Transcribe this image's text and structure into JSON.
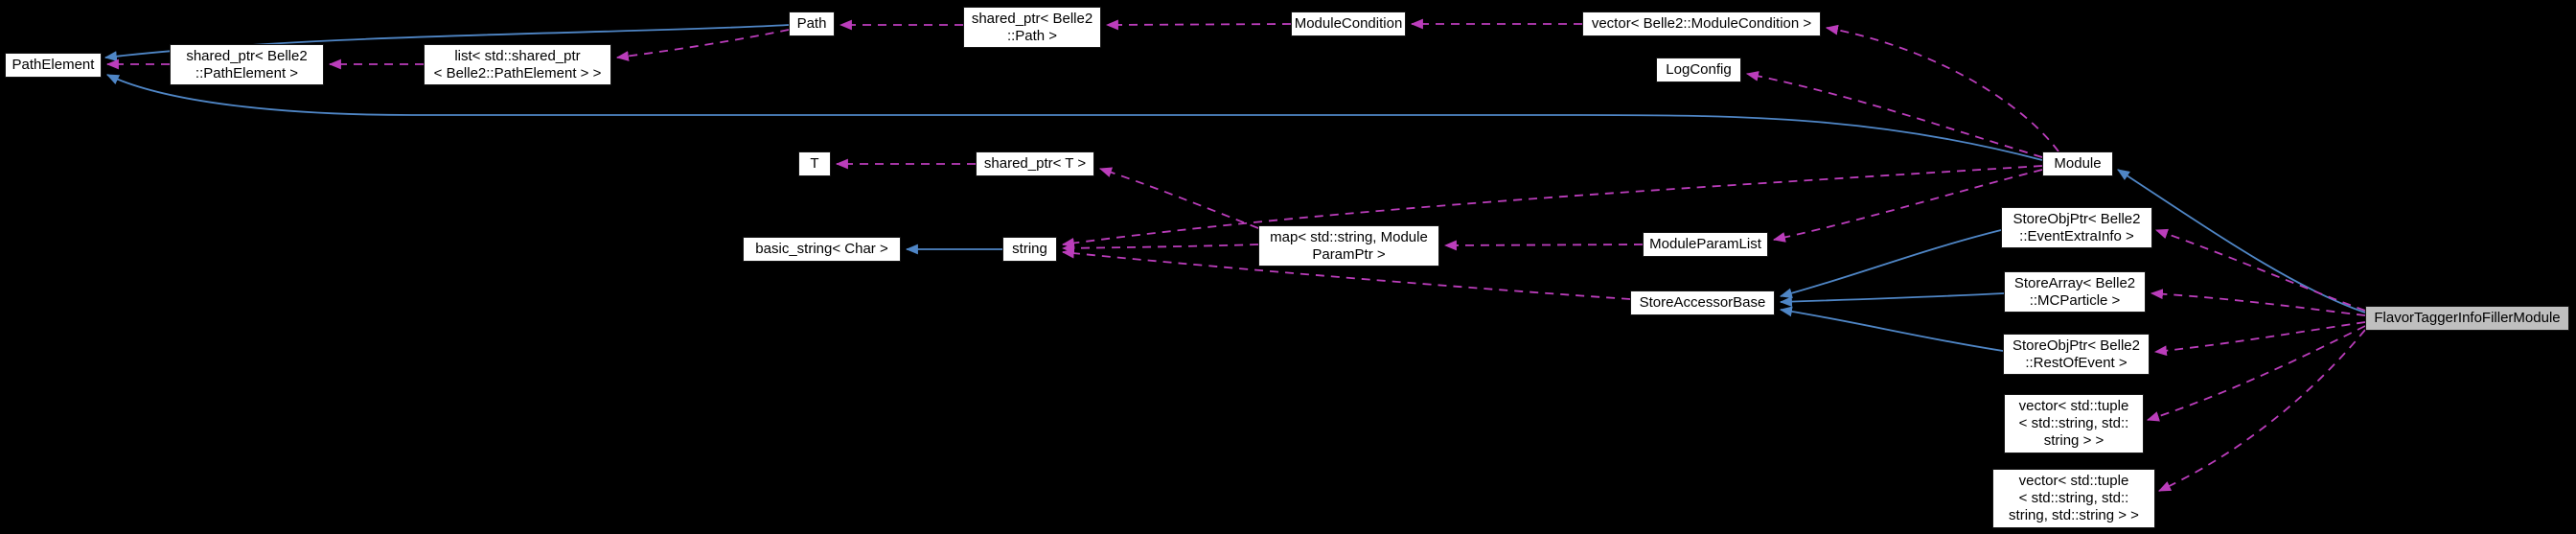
{
  "diagram": {
    "kind": "collaboration-graph",
    "highlighted_node": "FlavorTaggerInfoFillerModule",
    "colors": {
      "background": "#000000",
      "node_fill": "#ffffff",
      "node_text": "#000000",
      "highlight_fill": "#bfbfbf",
      "inheritance_edge": "#4f86c6",
      "usage_edge": "#bb3dbb"
    }
  },
  "nodes": [
    {
      "id": "pathelement",
      "label": "PathElement"
    },
    {
      "id": "shared-ptr-belle2-pathelement",
      "label": "shared_ptr< Belle2\n::PathElement >"
    },
    {
      "id": "list-std-shared-ptr-pathelement",
      "label": "list< std::shared_ptr\n< Belle2::PathElement > >"
    },
    {
      "id": "path",
      "label": "Path"
    },
    {
      "id": "shared-ptr-belle2-path",
      "label": "shared_ptr< Belle2\n::Path >"
    },
    {
      "id": "modulecondition",
      "label": "ModuleCondition"
    },
    {
      "id": "vector-belle2-modulecondition",
      "label": "vector< Belle2::ModuleCondition >"
    },
    {
      "id": "logconfig",
      "label": "LogConfig"
    },
    {
      "id": "t",
      "label": "T"
    },
    {
      "id": "shared-ptr-t",
      "label": "shared_ptr< T >"
    },
    {
      "id": "basic-string-char",
      "label": "basic_string< Char >"
    },
    {
      "id": "string",
      "label": "string"
    },
    {
      "id": "map-std-string-moduleparamptr",
      "label": "map< std::string, Module\nParamPtr >"
    },
    {
      "id": "moduleparamlist",
      "label": "ModuleParamList"
    },
    {
      "id": "storeaccessorbase",
      "label": "StoreAccessorBase"
    },
    {
      "id": "module",
      "label": "Module"
    },
    {
      "id": "storeobjptr-eventextrainfo",
      "label": "StoreObjPtr< Belle2\n::EventExtraInfo >"
    },
    {
      "id": "storearray-mcparticle",
      "label": "StoreArray< Belle2\n::MCParticle >"
    },
    {
      "id": "storeobjptr-restofevent",
      "label": "StoreObjPtr< Belle2\n::RestOfEvent >"
    },
    {
      "id": "vector-tuple-string-string",
      "label": "vector< std::tuple\n< std::string, std::\nstring > >"
    },
    {
      "id": "vector-tuple-string-string-string",
      "label": "vector< std::tuple\n< std::string, std::\nstring, std::string > >"
    },
    {
      "id": "flavortaggerinfofillermodule",
      "label": "FlavorTaggerInfoFillerModule",
      "highlighted": true
    }
  ],
  "edges": [
    {
      "from": "Path",
      "to": "PathElement",
      "type": "inheritance"
    },
    {
      "from": "Module",
      "to": "PathElement",
      "type": "inheritance"
    },
    {
      "from": "string",
      "to": "basic_string< Char >",
      "type": "inheritance"
    },
    {
      "from": "StoreObjPtr< Belle2::EventExtraInfo >",
      "to": "StoreAccessorBase",
      "type": "inheritance"
    },
    {
      "from": "StoreArray< Belle2::MCParticle >",
      "to": "StoreAccessorBase",
      "type": "inheritance"
    },
    {
      "from": "StoreObjPtr< Belle2::RestOfEvent >",
      "to": "StoreAccessorBase",
      "type": "inheritance"
    },
    {
      "from": "FlavorTaggerInfoFillerModule",
      "to": "Module",
      "type": "inheritance"
    },
    {
      "from": "shared_ptr< Belle2::PathElement >",
      "to": "PathElement",
      "type": "usage"
    },
    {
      "from": "list< std::shared_ptr< Belle2::PathElement > >",
      "to": "shared_ptr< Belle2::PathElement >",
      "type": "usage"
    },
    {
      "from": "Path",
      "to": "list< std::shared_ptr< Belle2::PathElement > >",
      "type": "usage"
    },
    {
      "from": "shared_ptr< Belle2::Path >",
      "to": "Path",
      "type": "usage"
    },
    {
      "from": "ModuleCondition",
      "to": "shared_ptr< Belle2::Path >",
      "type": "usage"
    },
    {
      "from": "vector< Belle2::ModuleCondition >",
      "to": "ModuleCondition",
      "type": "usage"
    },
    {
      "from": "Module",
      "to": "vector< Belle2::ModuleCondition >",
      "type": "usage"
    },
    {
      "from": "Module",
      "to": "LogConfig",
      "type": "usage"
    },
    {
      "from": "Module",
      "to": "ModuleParamList",
      "type": "usage"
    },
    {
      "from": "Module",
      "to": "string",
      "type": "usage"
    },
    {
      "from": "map< std::string, ModuleParamPtr >",
      "to": "shared_ptr< T >",
      "type": "usage"
    },
    {
      "from": "map< std::string, ModuleParamPtr >",
      "to": "string",
      "type": "usage"
    },
    {
      "from": "ModuleParamList",
      "to": "map< std::string, ModuleParamPtr >",
      "type": "usage"
    },
    {
      "from": "StoreAccessorBase",
      "to": "string",
      "type": "usage"
    },
    {
      "from": "shared_ptr< T >",
      "to": "T",
      "type": "usage"
    },
    {
      "from": "FlavorTaggerInfoFillerModule",
      "to": "StoreObjPtr< Belle2::EventExtraInfo >",
      "type": "usage"
    },
    {
      "from": "FlavorTaggerInfoFillerModule",
      "to": "StoreArray< Belle2::MCParticle >",
      "type": "usage"
    },
    {
      "from": "FlavorTaggerInfoFillerModule",
      "to": "StoreObjPtr< Belle2::RestOfEvent >",
      "type": "usage"
    },
    {
      "from": "FlavorTaggerInfoFillerModule",
      "to": "vector< std::tuple< std::string, std::string > >",
      "type": "usage"
    },
    {
      "from": "FlavorTaggerInfoFillerModule",
      "to": "vector< std::tuple< std::string, std::string, std::string > >",
      "type": "usage"
    }
  ]
}
